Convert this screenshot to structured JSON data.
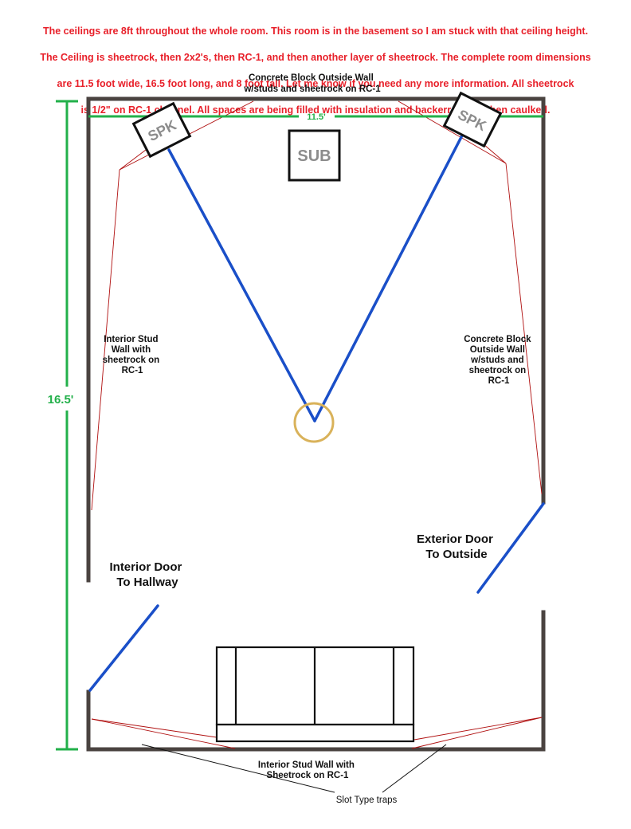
{
  "note": {
    "lines": [
      "The ceilings are 8ft throughout the whole room.  This room is in the basement so I am stuck with that ceiling height.",
      "The Ceiling is sheetrock, then 2x2's, then RC-1, and then another layer of sheetrock.  The complete room dimensions",
      "are 11.5 foot wide, 16.5 foot long, and 8 foot tall.  Let me know if you need any more information.  All sheetrock",
      "is 1/2\" on RC-1 channel.  All spaces are being filled with insulation and backerrod and then caulked."
    ]
  },
  "labels": {
    "top_wall": [
      "Concrete Block Outside Wall",
      "w/studs and sheetrock on RC-1"
    ],
    "width_dim": "11.5'",
    "length_dim": "16.5'",
    "speaker_left": "SPK",
    "speaker_right": "SPK",
    "sub": "SUB",
    "left_wall": [
      "Interior Stud",
      "Wall with",
      "sheetrock on",
      "RC-1"
    ],
    "right_wall": [
      "Concrete Block",
      "Outside Wall",
      "w/studs and",
      "sheetrock on",
      "RC-1"
    ],
    "exterior_door": [
      "Exterior Door",
      "To Outside"
    ],
    "interior_door": [
      "Interior Door",
      "To Hallway"
    ],
    "bottom_wall": [
      "Interior Stud Wall with",
      "Sheetrock on RC-1"
    ],
    "traps": "Slot Type traps"
  },
  "colors": {
    "note_text": "#e8202a",
    "wall": "#4a4340",
    "dimension": "#22b04a",
    "sightline": "#1a4fc8",
    "trap_line": "#b01010",
    "listening_position": "#d9b25a",
    "label_text": "#111111",
    "speaker_text": "#8c8c8c"
  }
}
